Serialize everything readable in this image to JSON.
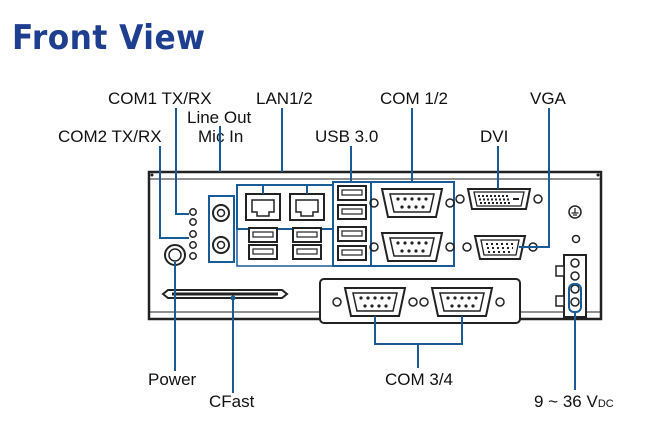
{
  "title": "Front View",
  "labels": {
    "com1": "COM1 TX/RX",
    "line_out": "Line Out",
    "com2": "COM2 TX/RX",
    "mic_in": "Mic In",
    "lan": "LAN1/2",
    "usb3": "USB 3.0",
    "com12": "COM 1/2",
    "dvi": "DVI",
    "vga": "VGA",
    "power": "Power",
    "cfast": "CFast",
    "com34": "COM 3/4",
    "dc_range": "9 ~ 36 V",
    "dc_sub": "DC"
  },
  "colors": {
    "title": "#1e3f8f",
    "leader": "#1a5a96",
    "outline": "#222222",
    "highlight": "#1a5a96"
  }
}
